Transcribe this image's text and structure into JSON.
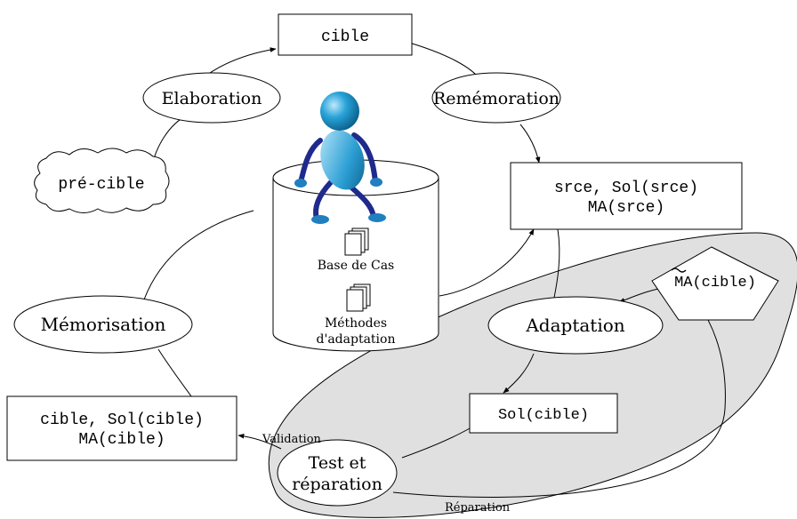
{
  "boxes": {
    "cible": "cible",
    "srce_line1": "srce, Sol(srce)",
    "srce_line2": "MA(srce)",
    "sol_cible": "Sol(cible)",
    "memo_line1": "cible, Sol(cible)",
    "memo_line2": "MA(cible)",
    "pre_cible": "pré-cible",
    "ma_cible": "MA(cible)"
  },
  "steps": {
    "elaboration": "Elaboration",
    "rememoration": "Remémoration",
    "adaptation": "Adaptation",
    "memorisation": "Mémorisation",
    "test_line1": "Test et",
    "test_line2": "réparation"
  },
  "database": {
    "base_de_cas": "Base de Cas",
    "methodes_line1": "Méthodes",
    "methodes_line2": "d'adaptation"
  },
  "arrows": {
    "validation": "Validation",
    "reparation": "Réparation"
  },
  "colors": {
    "region_fill": "#e0e0e0",
    "figure_head": "#29a3d8",
    "figure_limbs": "#1f2a8c"
  }
}
